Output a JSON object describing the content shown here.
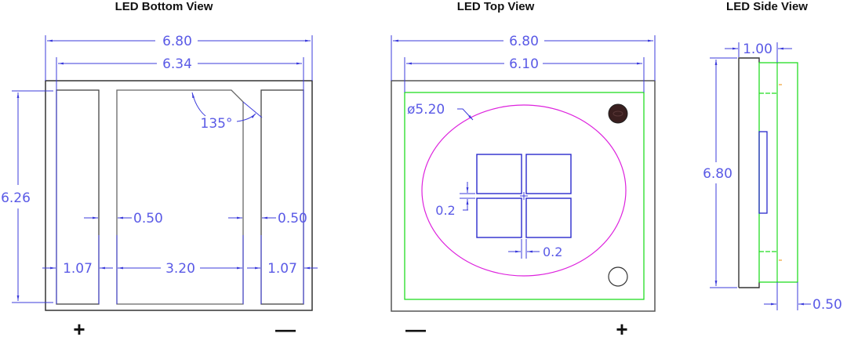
{
  "colors": {
    "dimension": "#3b3bdb",
    "dimension_text": "#5a5ae6",
    "outline": "#333333",
    "pad": "#444444",
    "lens_area": "#22dd22",
    "lens": "#dd22dd",
    "die": "#2a2acc",
    "marker": "#3a1f1f",
    "accent_tick": "#f0a030"
  },
  "bottom_view": {
    "title": "LED Bottom View",
    "dims": {
      "overall_width": "6.80",
      "pad_span": "6.34",
      "height": "6.26",
      "angle": "135°",
      "gap_left": "0.50",
      "gap_right": "0.50",
      "pad_left_width": "1.07",
      "center_pad_width": "3.20",
      "pad_right_width": "1.07"
    },
    "polarity": {
      "left": "+",
      "right": "—"
    }
  },
  "top_view": {
    "title": "LED Top View",
    "dims": {
      "overall_width": "6.80",
      "inner_width": "6.10",
      "lens_diameter": "ø5.20",
      "die_gap_vertical": "0.2",
      "die_gap_horizontal": "0.2"
    },
    "polarity": {
      "left": "—",
      "right": "+"
    }
  },
  "side_view": {
    "title": "LED Side View",
    "dims": {
      "body_thickness": "1.00",
      "height": "6.80",
      "lens_thickness": "0.50"
    }
  }
}
